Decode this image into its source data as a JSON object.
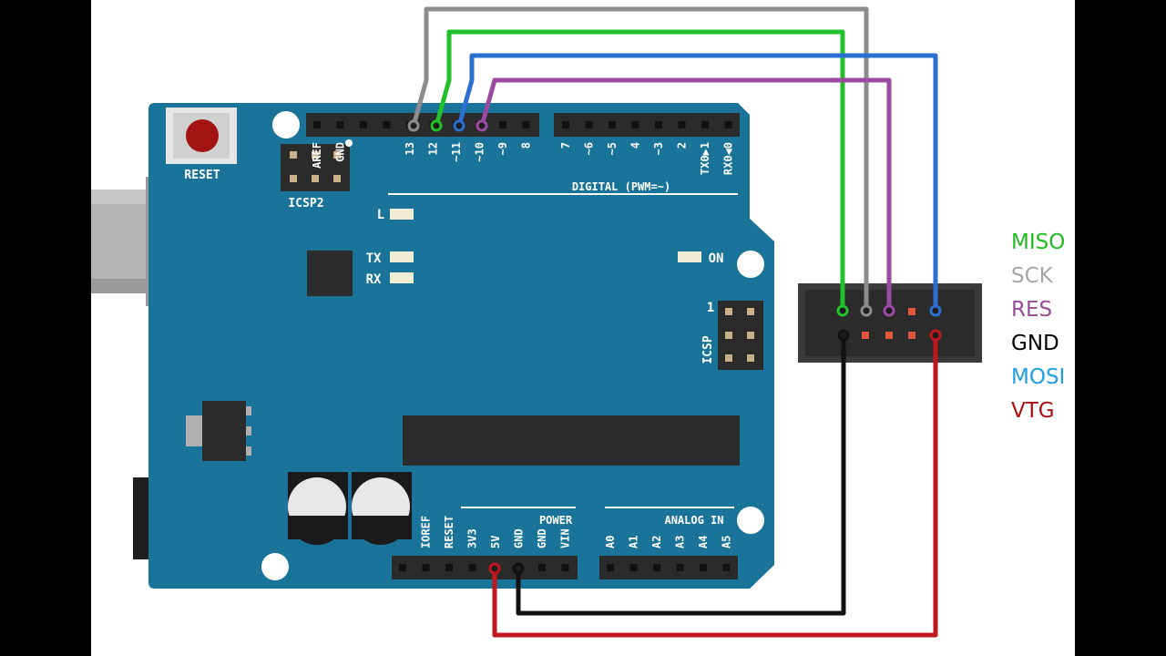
{
  "board": {
    "reset_label": "RESET",
    "icsp2_label": "ICSP2",
    "icsp_label": "ICSP",
    "icsp_pin1": "1",
    "led_l": "L",
    "led_tx": "TX",
    "led_rx": "RX",
    "led_on": "ON",
    "digital_label": "DIGITAL (PWM=~)",
    "power_label": "POWER",
    "analog_label": "ANALOG IN",
    "digital_pins": [
      "AREF",
      "GND",
      "13",
      "12",
      "~11",
      "~10",
      "~9",
      "8",
      "7",
      "~6",
      "~5",
      "4",
      "~3",
      "2",
      "TX0▶1",
      "RX0◀0"
    ],
    "power_pins": [
      "IOREF",
      "RESET",
      "3V3",
      "5V",
      "GND",
      "GND",
      "VIN"
    ],
    "analog_pins": [
      "A0",
      "A1",
      "A2",
      "A3",
      "A4",
      "A5"
    ]
  },
  "legend": [
    {
      "label": "MISO",
      "color": "#22bb22"
    },
    {
      "label": "SCK",
      "color": "#a6a6a6"
    },
    {
      "label": "RES",
      "color": "#9a4a9a"
    },
    {
      "label": "GND",
      "color": "#000000"
    },
    {
      "label": "MOSI",
      "color": "#1f9ee0"
    },
    {
      "label": "VTG",
      "color": "#aa1111"
    }
  ],
  "wires": {
    "sck": "#8c8c8c",
    "miso": "#22c02a",
    "mosi": "#2a6fd1",
    "res": "#9b4aa2",
    "gnd": "#111111",
    "vtg": "#c0161e"
  },
  "colors": {
    "board": "#1a7499",
    "header": "#2b2b2b"
  }
}
